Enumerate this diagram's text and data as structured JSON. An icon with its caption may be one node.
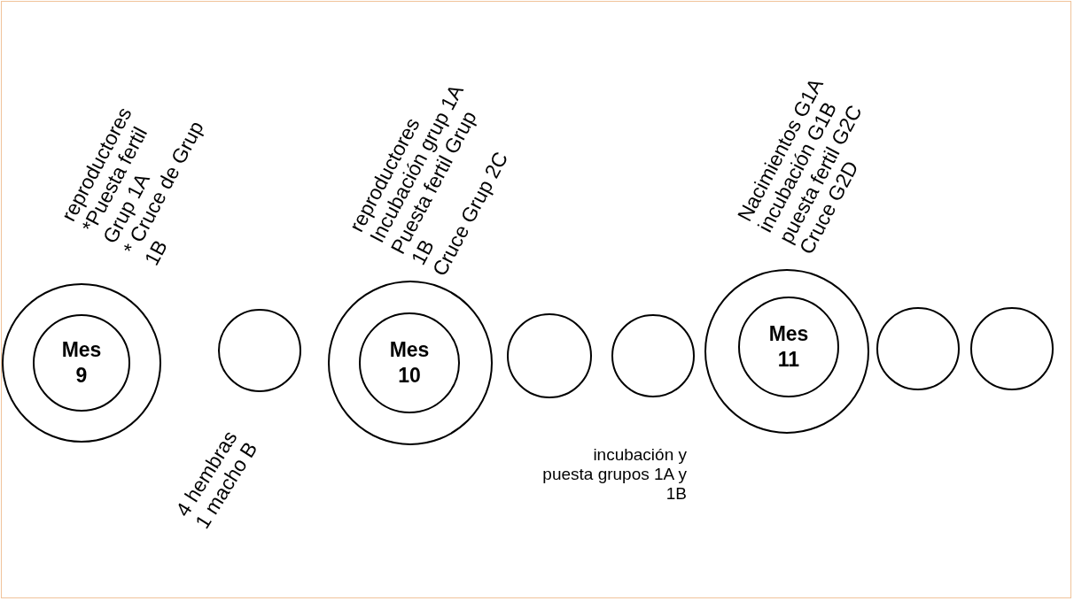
{
  "diagram": {
    "nodes": [
      {
        "text": [],
        "shape": "circle",
        "beside": [
          "reproductores",
          "*Puesta fertil Grup 1A",
          "* Cruce de Grup 1B"
        ]
      },
      {
        "text": [
          "Mes 9"
        ],
        "in": 0
      },
      {
        "text": [],
        "shape": "circle",
        "beside": [
          "4 hembras 1 macho B"
        ]
      },
      {
        "text": [],
        "shape": "circle",
        "beside": [
          "reproductores",
          "Incubación grup 1A",
          "Puesta fertil Grup 1B",
          "Cruce Grup 2C"
        ]
      },
      {
        "text": [
          "Mes 10"
        ],
        "in": 3
      },
      {
        "text": [],
        "shape": "circle"
      },
      {
        "text": [],
        "shape": "circle"
      },
      {
        "text": [],
        "shape": "circle",
        "beside": [
          "Nacimientos G1A",
          "incubación G1B",
          "puesta fertil G2C",
          "Cruce G2D"
        ]
      },
      {
        "text": [
          "Mes 11"
        ],
        "in": 7
      },
      {
        "text": [],
        "shape": "circle"
      },
      {
        "text": [],
        "shape": "circle"
      }
    ],
    "edges": [],
    "labels": [
      "incubación y puesta grupos 1A y 1B"
    ]
  }
}
